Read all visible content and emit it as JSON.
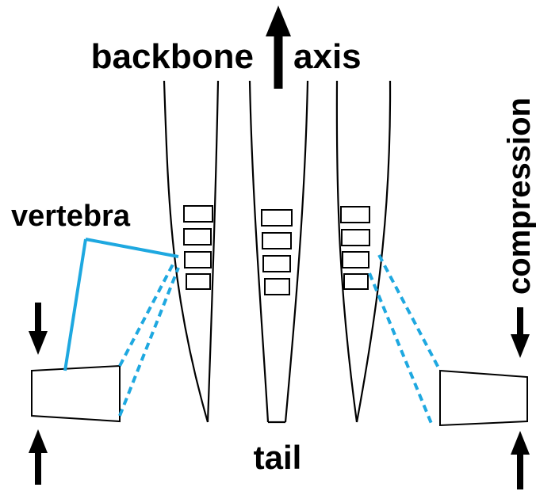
{
  "labels": {
    "backbone": "backbone",
    "axis": "axis",
    "vertebra": "vertebra",
    "compression": "compression",
    "tail": "tail"
  },
  "colors": {
    "accent": "#1ea8e0",
    "ink": "#000000"
  },
  "icons": [
    "up-arrow-icon",
    "down-arrow-icon"
  ]
}
